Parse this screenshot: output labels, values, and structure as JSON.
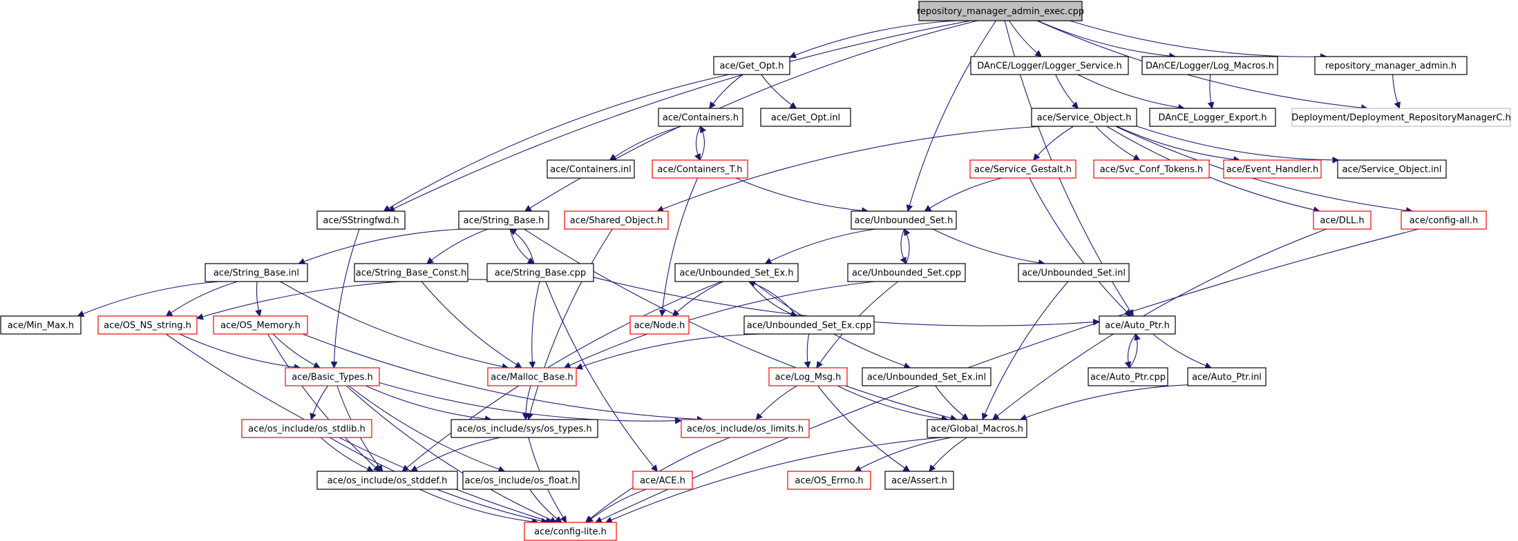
{
  "colors": {
    "edge": "#191970",
    "box_normal": "#000000",
    "box_truncated": "#ff0000",
    "box_external": "#bfbfbf",
    "root_fill": "#bfbfbf",
    "label": "#000000"
  },
  "nodes": [
    {
      "id": "n0",
      "label": "repository_manager_admin_exec.cpp",
      "style": "root"
    },
    {
      "id": "n1",
      "label": "ace/Get_Opt.h",
      "style": "normal"
    },
    {
      "id": "n2",
      "label": "DAnCE/Logger/Logger_Service.h",
      "style": "normal"
    },
    {
      "id": "n3",
      "label": "DAnCE/Logger/Log_Macros.h",
      "style": "normal"
    },
    {
      "id": "n4",
      "label": "repository_manager_admin.h",
      "style": "normal"
    },
    {
      "id": "n5",
      "label": "ace/Containers.h",
      "style": "normal"
    },
    {
      "id": "n6",
      "label": "ace/Get_Opt.inl",
      "style": "normal"
    },
    {
      "id": "n7",
      "label": "ace/Service_Object.h",
      "style": "normal"
    },
    {
      "id": "n8",
      "label": "DAnCE_Logger_Export.h",
      "style": "normal"
    },
    {
      "id": "n9",
      "label": "Deployment/Deployment_RepositoryManagerC.h",
      "style": "external"
    },
    {
      "id": "n10",
      "label": "ace/Containers.inl",
      "style": "normal"
    },
    {
      "id": "n11",
      "label": "ace/Containers_T.h",
      "style": "truncated"
    },
    {
      "id": "n12",
      "label": "ace/Service_Gestalt.h",
      "style": "truncated"
    },
    {
      "id": "n13",
      "label": "ace/Svc_Conf_Tokens.h",
      "style": "truncated"
    },
    {
      "id": "n14",
      "label": "ace/Event_Handler.h",
      "style": "truncated"
    },
    {
      "id": "n15",
      "label": "ace/Service_Object.inl",
      "style": "normal"
    },
    {
      "id": "n16",
      "label": "ace/SStringfwd.h",
      "style": "normal"
    },
    {
      "id": "n17",
      "label": "ace/String_Base.h",
      "style": "normal"
    },
    {
      "id": "n18",
      "label": "ace/Shared_Object.h",
      "style": "truncated"
    },
    {
      "id": "n19",
      "label": "ace/Unbounded_Set.h",
      "style": "normal"
    },
    {
      "id": "n20",
      "label": "ace/DLL.h",
      "style": "truncated"
    },
    {
      "id": "n21",
      "label": "ace/config-all.h",
      "style": "truncated"
    },
    {
      "id": "n22",
      "label": "ace/String_Base.inl",
      "style": "normal"
    },
    {
      "id": "n23",
      "label": "ace/String_Base_Const.h",
      "style": "normal"
    },
    {
      "id": "n24",
      "label": "ace/String_Base.cpp",
      "style": "normal"
    },
    {
      "id": "n25",
      "label": "ace/Unbounded_Set_Ex.h",
      "style": "normal"
    },
    {
      "id": "n26",
      "label": "ace/Unbounded_Set.cpp",
      "style": "normal"
    },
    {
      "id": "n27",
      "label": "ace/Unbounded_Set.inl",
      "style": "normal"
    },
    {
      "id": "n28",
      "label": "ace/Min_Max.h",
      "style": "normal"
    },
    {
      "id": "n29",
      "label": "ace/OS_NS_string.h",
      "style": "truncated"
    },
    {
      "id": "n30",
      "label": "ace/OS_Memory.h",
      "style": "truncated"
    },
    {
      "id": "n31",
      "label": "ace/Node.h",
      "style": "truncated"
    },
    {
      "id": "n32",
      "label": "ace/Unbounded_Set_Ex.cpp",
      "style": "normal"
    },
    {
      "id": "n33",
      "label": "ace/Auto_Ptr.h",
      "style": "normal"
    },
    {
      "id": "n34",
      "label": "ace/Basic_Types.h",
      "style": "truncated"
    },
    {
      "id": "n35",
      "label": "ace/Malloc_Base.h",
      "style": "truncated"
    },
    {
      "id": "n36",
      "label": "ace/Log_Msg.h",
      "style": "truncated"
    },
    {
      "id": "n37",
      "label": "ace/Unbounded_Set_Ex.inl",
      "style": "normal"
    },
    {
      "id": "n38",
      "label": "ace/Auto_Ptr.cpp",
      "style": "normal"
    },
    {
      "id": "n39",
      "label": "ace/Auto_Ptr.inl",
      "style": "normal"
    },
    {
      "id": "n40",
      "label": "ace/os_include/os_stdlib.h",
      "style": "truncated"
    },
    {
      "id": "n41",
      "label": "ace/os_include/sys/os_types.h",
      "style": "normal"
    },
    {
      "id": "n42",
      "label": "ace/os_include/os_limits.h",
      "style": "truncated"
    },
    {
      "id": "n43",
      "label": "ace/Global_Macros.h",
      "style": "normal"
    },
    {
      "id": "n44",
      "label": "ace/os_include/os_stddef.h",
      "style": "normal"
    },
    {
      "id": "n45",
      "label": "ace/os_include/os_float.h",
      "style": "normal"
    },
    {
      "id": "n46",
      "label": "ace/ACE.h",
      "style": "truncated"
    },
    {
      "id": "n47",
      "label": "ace/OS_Errno.h",
      "style": "truncated"
    },
    {
      "id": "n48",
      "label": "ace/Assert.h",
      "style": "normal"
    },
    {
      "id": "n49",
      "label": "ace/config-lite.h",
      "style": "truncated"
    }
  ],
  "edges": [
    [
      "n0",
      "n1"
    ],
    [
      "n0",
      "n2"
    ],
    [
      "n0",
      "n3"
    ],
    [
      "n0",
      "n4"
    ],
    [
      "n0",
      "n9"
    ],
    [
      "n0",
      "n16"
    ],
    [
      "n0",
      "n17"
    ],
    [
      "n0",
      "n19"
    ],
    [
      "n0",
      "n33"
    ],
    [
      "n1",
      "n5"
    ],
    [
      "n1",
      "n6"
    ],
    [
      "n1",
      "n16"
    ],
    [
      "n2",
      "n7"
    ],
    [
      "n2",
      "n8"
    ],
    [
      "n3",
      "n8"
    ],
    [
      "n4",
      "n9"
    ],
    [
      "n5",
      "n10"
    ],
    [
      "n5",
      "n11"
    ],
    [
      "n11",
      "n5"
    ],
    [
      "n11",
      "n19"
    ],
    [
      "n11",
      "n31"
    ],
    [
      "n7",
      "n12"
    ],
    [
      "n7",
      "n13"
    ],
    [
      "n7",
      "n14"
    ],
    [
      "n7",
      "n15"
    ],
    [
      "n7",
      "n18"
    ],
    [
      "n7",
      "n20"
    ],
    [
      "n7",
      "n21"
    ],
    [
      "n12",
      "n19"
    ],
    [
      "n12",
      "n33"
    ],
    [
      "n16",
      "n34"
    ],
    [
      "n17",
      "n22"
    ],
    [
      "n17",
      "n23"
    ],
    [
      "n17",
      "n24"
    ],
    [
      "n17",
      "n43"
    ],
    [
      "n24",
      "n17"
    ],
    [
      "n24",
      "n29"
    ],
    [
      "n24",
      "n35"
    ],
    [
      "n24",
      "n46"
    ],
    [
      "n24",
      "n33"
    ],
    [
      "n18",
      "n41"
    ],
    [
      "n19",
      "n25"
    ],
    [
      "n19",
      "n26"
    ],
    [
      "n19",
      "n27"
    ],
    [
      "n26",
      "n19"
    ],
    [
      "n26",
      "n35"
    ],
    [
      "n26",
      "n36"
    ],
    [
      "n20",
      "n43"
    ],
    [
      "n21",
      "n49"
    ],
    [
      "n22",
      "n28"
    ],
    [
      "n22",
      "n29"
    ],
    [
      "n22",
      "n30"
    ],
    [
      "n22",
      "n35"
    ],
    [
      "n23",
      "n35"
    ],
    [
      "n25",
      "n31"
    ],
    [
      "n25",
      "n32"
    ],
    [
      "n25",
      "n37"
    ],
    [
      "n25",
      "n44"
    ],
    [
      "n32",
      "n25"
    ],
    [
      "n32",
      "n35"
    ],
    [
      "n32",
      "n36"
    ],
    [
      "n27",
      "n43"
    ],
    [
      "n29",
      "n34"
    ],
    [
      "n29",
      "n49"
    ],
    [
      "n30",
      "n34"
    ],
    [
      "n30",
      "n44"
    ],
    [
      "n30",
      "n42"
    ],
    [
      "n33",
      "n38"
    ],
    [
      "n33",
      "n39"
    ],
    [
      "n38",
      "n33"
    ],
    [
      "n39",
      "n43"
    ],
    [
      "n34",
      "n40"
    ],
    [
      "n34",
      "n41"
    ],
    [
      "n34",
      "n42"
    ],
    [
      "n34",
      "n44"
    ],
    [
      "n34",
      "n45"
    ],
    [
      "n34",
      "n49"
    ],
    [
      "n35",
      "n41"
    ],
    [
      "n36",
      "n42"
    ],
    [
      "n36",
      "n43"
    ],
    [
      "n36",
      "n48"
    ],
    [
      "n37",
      "n43"
    ],
    [
      "n40",
      "n44"
    ],
    [
      "n40",
      "n49"
    ],
    [
      "n41",
      "n44"
    ],
    [
      "n41",
      "n49"
    ],
    [
      "n42",
      "n49"
    ],
    [
      "n43",
      "n47"
    ],
    [
      "n43",
      "n48"
    ],
    [
      "n43",
      "n49"
    ],
    [
      "n44",
      "n49"
    ],
    [
      "n45",
      "n49"
    ],
    [
      "n46",
      "n49"
    ]
  ]
}
